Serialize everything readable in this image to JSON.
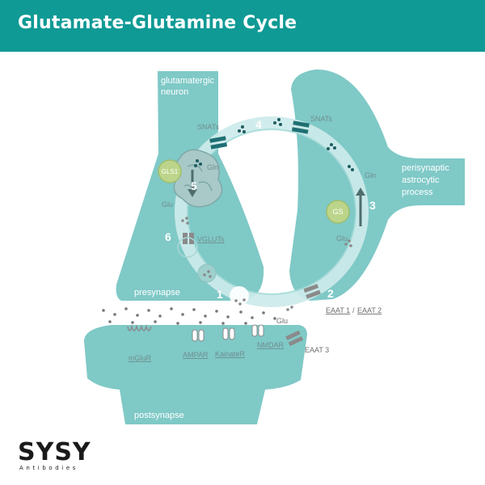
{
  "title": "Glutamate-Glutamine Cycle",
  "colors": {
    "header": "#0f9a95",
    "cell": "#7fc9c7",
    "cell_dark": "#4fb1ad",
    "ring": "#cdeaea",
    "transporter": "#1f6f73",
    "grey_transporter": "#8a8a8a",
    "enzyme": "#bcd58a"
  },
  "labels": {
    "neuron": [
      "glutamatergic",
      "neuron"
    ],
    "astrocyte": [
      "perisynaptic",
      "astrocytic",
      "process"
    ],
    "presynapse": "presynapse",
    "postsynapse": "postsynapse",
    "snats_left": "SNATs",
    "snats_right": "SNATs",
    "gln_left": "Gln",
    "gln_right": "Gln",
    "glu_left": "Glu",
    "glu_right": "Glu",
    "glu_cleft": "Glu",
    "gls1": "GLS1",
    "gs": "GS",
    "vgluts": "VGLUTs",
    "eaat12_a": "EAAT 1",
    "eaat12_sep": "/",
    "eaat12_b": "EAAT 2",
    "eaat3": "EAAT 3",
    "mglur": "mGluR",
    "ampar": "AMPAR",
    "kainater": "KainateR",
    "nmdar": "NMDAR"
  },
  "steps": [
    "1",
    "2",
    "3",
    "4",
    "5",
    "6"
  ],
  "logo": {
    "word": "SYSY",
    "sub": "Antibodies"
  }
}
